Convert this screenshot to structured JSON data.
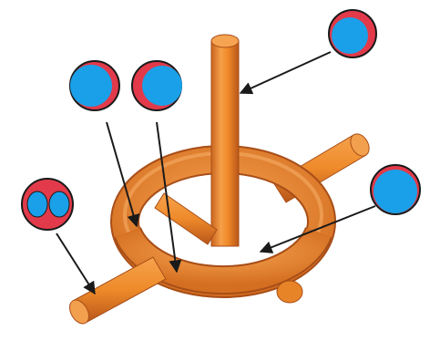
{
  "diagram": {
    "subject": "",
    "colors": {
      "background": "#ffffff",
      "rod": "#f2902a",
      "rod_shadow": "#c8621a",
      "rod_highlight": "#ffc07a",
      "ring": "#f08c2a",
      "circle_outer": "#e23a4a",
      "circle_inner": "#1aa0e8",
      "circle_stroke": "#1a1a1a",
      "arrow": "#1a1a1a"
    },
    "cross_section_insets": [
      {
        "name": "vertical-rod-section",
        "kind": "blue-on-red-offset"
      },
      {
        "name": "ring-left-section",
        "kind": "blue-on-red-offset"
      },
      {
        "name": "ring-front-section",
        "kind": "blue-on-red-offset"
      },
      {
        "name": "left-arm-section",
        "kind": "two-blue-lobes-on-red"
      },
      {
        "name": "ring-right-section",
        "kind": "blue-on-red-thin-rim"
      }
    ]
  }
}
